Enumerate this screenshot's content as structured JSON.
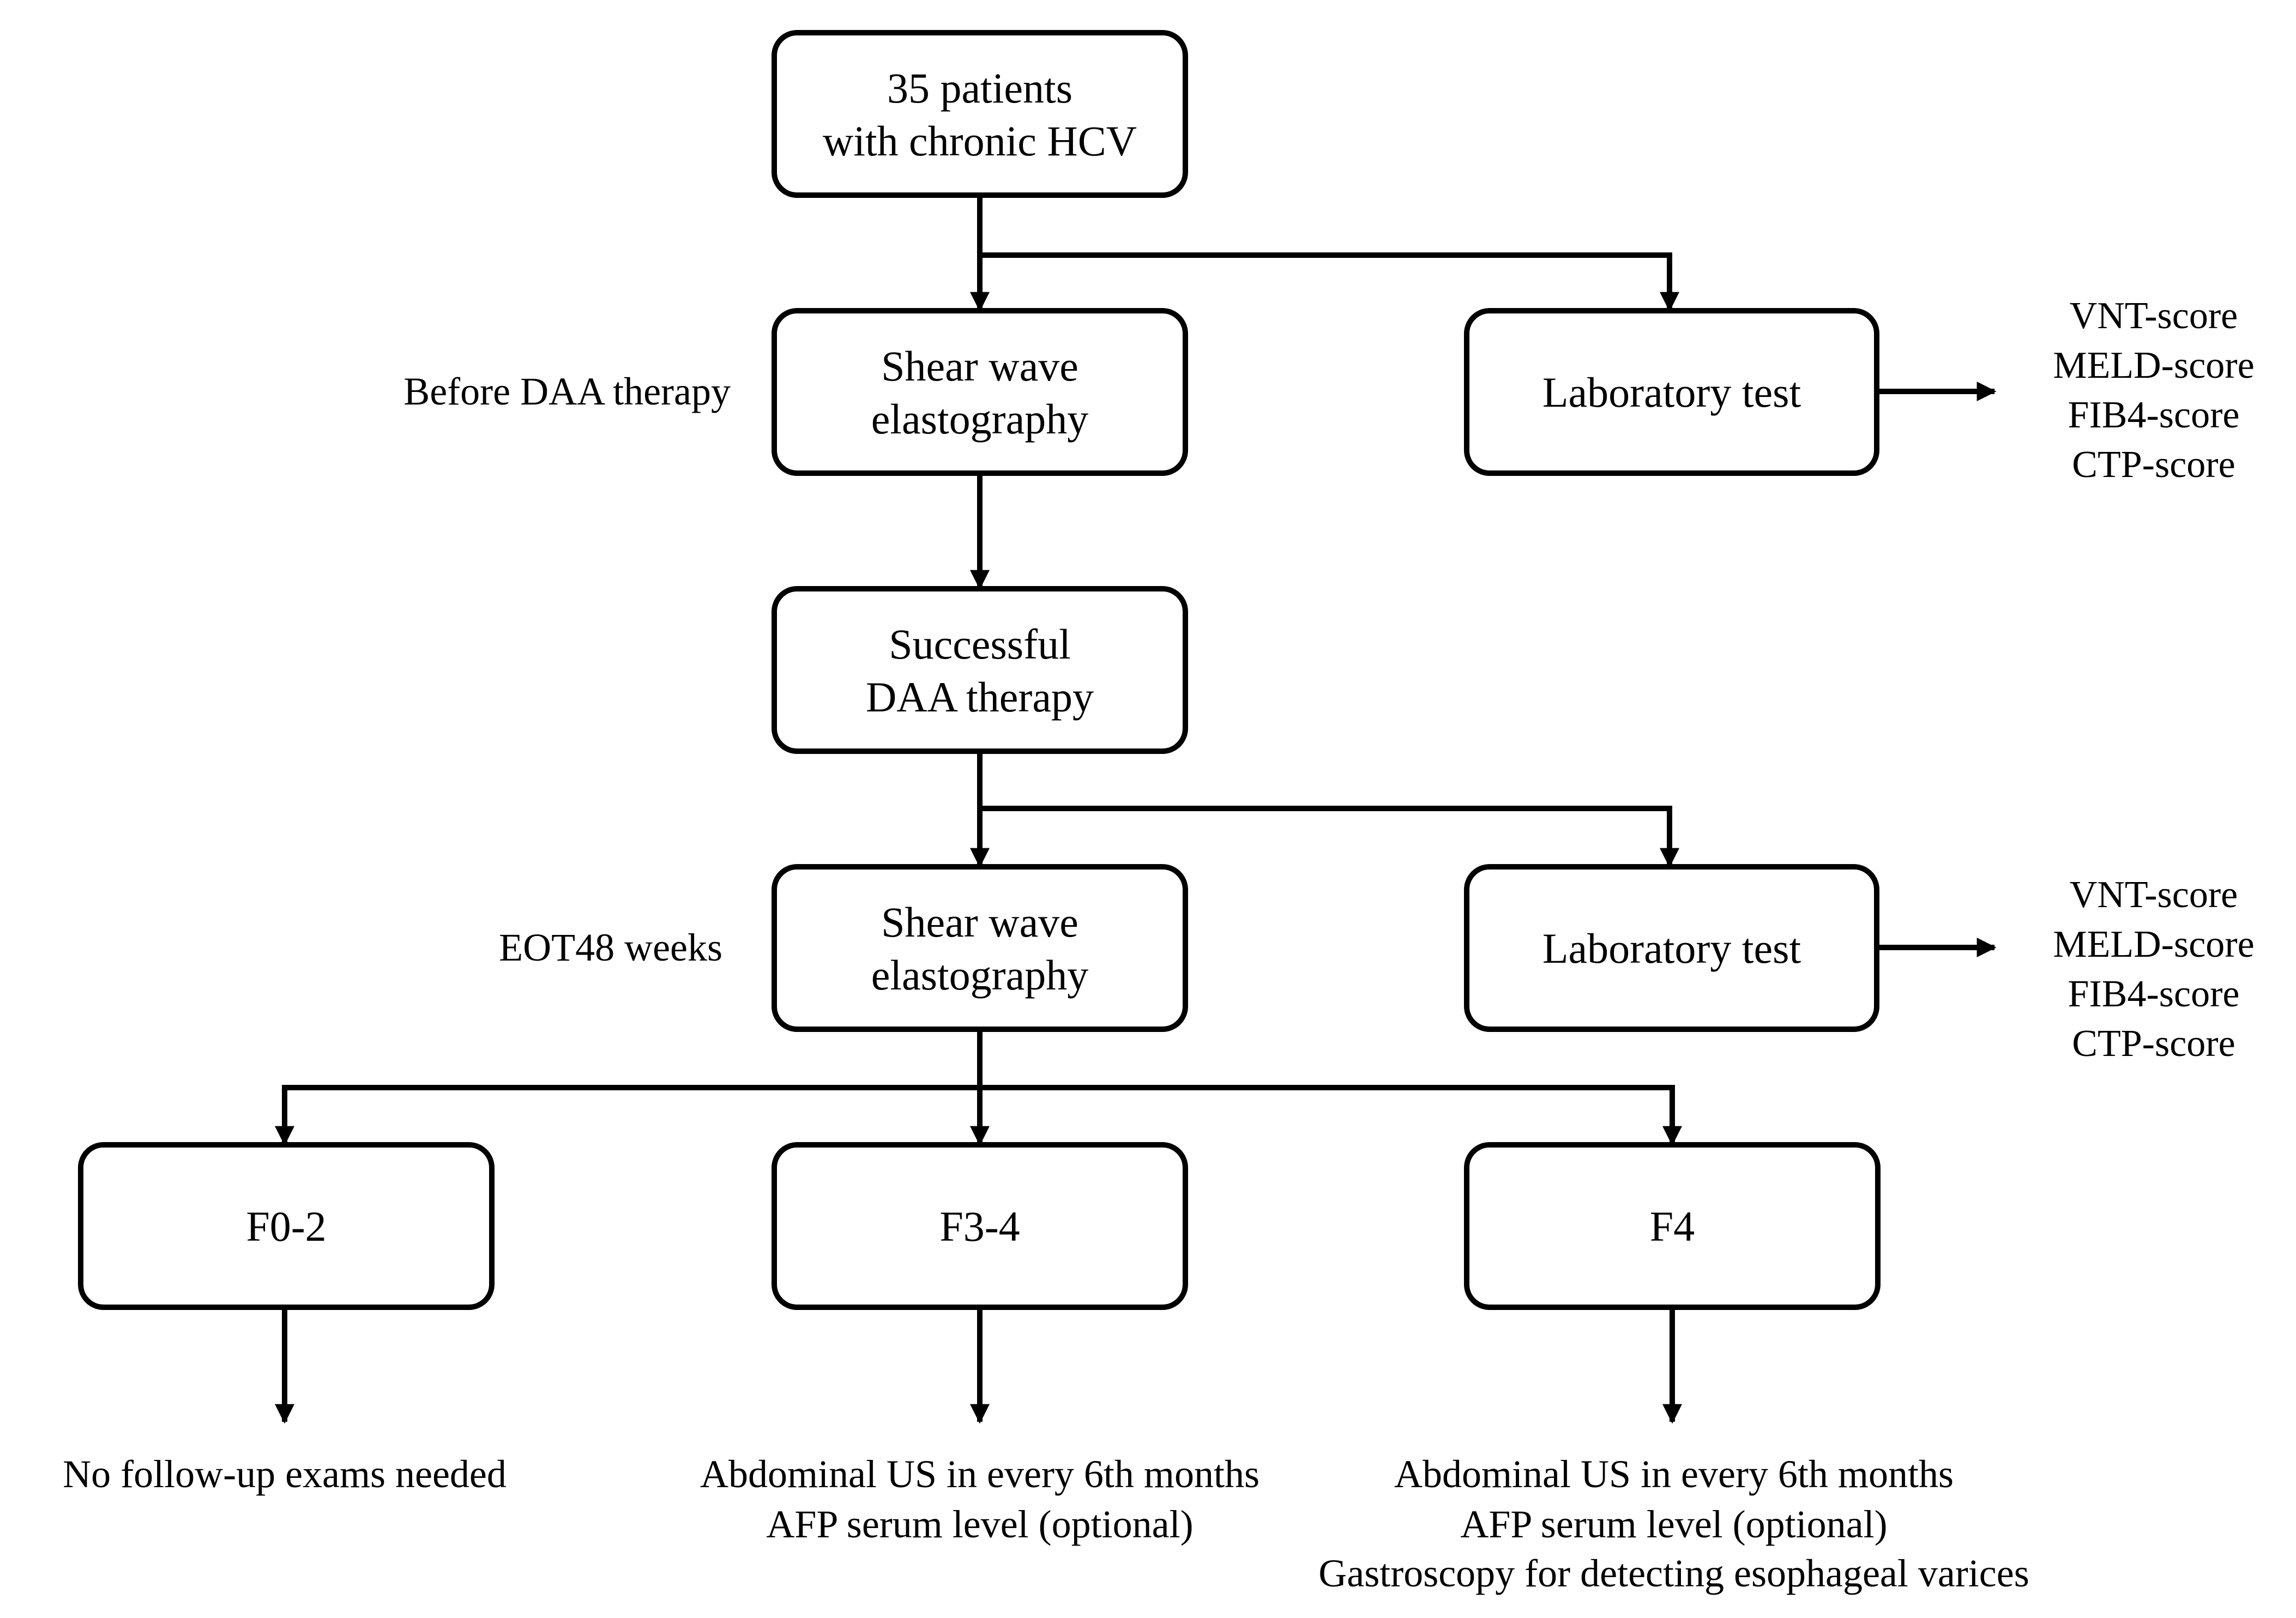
{
  "nodes": {
    "start": [
      "35 patients",
      "with chronic HCV"
    ],
    "swe_before": [
      "Shear wave",
      "elastography"
    ],
    "lab_before": [
      "Laboratory test"
    ],
    "daa": [
      "Successful",
      "DAA therapy"
    ],
    "swe_after": [
      "Shear wave",
      "elastography"
    ],
    "lab_after": [
      "Laboratory test"
    ],
    "f02": [
      "F0-2"
    ],
    "f34": [
      "F3-4"
    ],
    "f4": [
      "F4"
    ]
  },
  "timepoints": {
    "before": "Before DAA therapy",
    "after": "EOT48 weeks"
  },
  "scores_before": [
    "VNT-score",
    "MELD-score",
    "FIB4-score",
    "CTP-score"
  ],
  "scores_after": [
    "VNT-score",
    "MELD-score",
    "FIB4-score",
    "CTP-score"
  ],
  "outcomes": {
    "f02": [
      "No follow-up exams needed"
    ],
    "f34": [
      "Abdominal US in every 6th months",
      "AFP serum level (optional)"
    ],
    "f4": [
      "Abdominal US in every 6th months",
      "AFP serum level (optional)",
      "Gastroscopy  for detecting esophageal varices"
    ]
  }
}
